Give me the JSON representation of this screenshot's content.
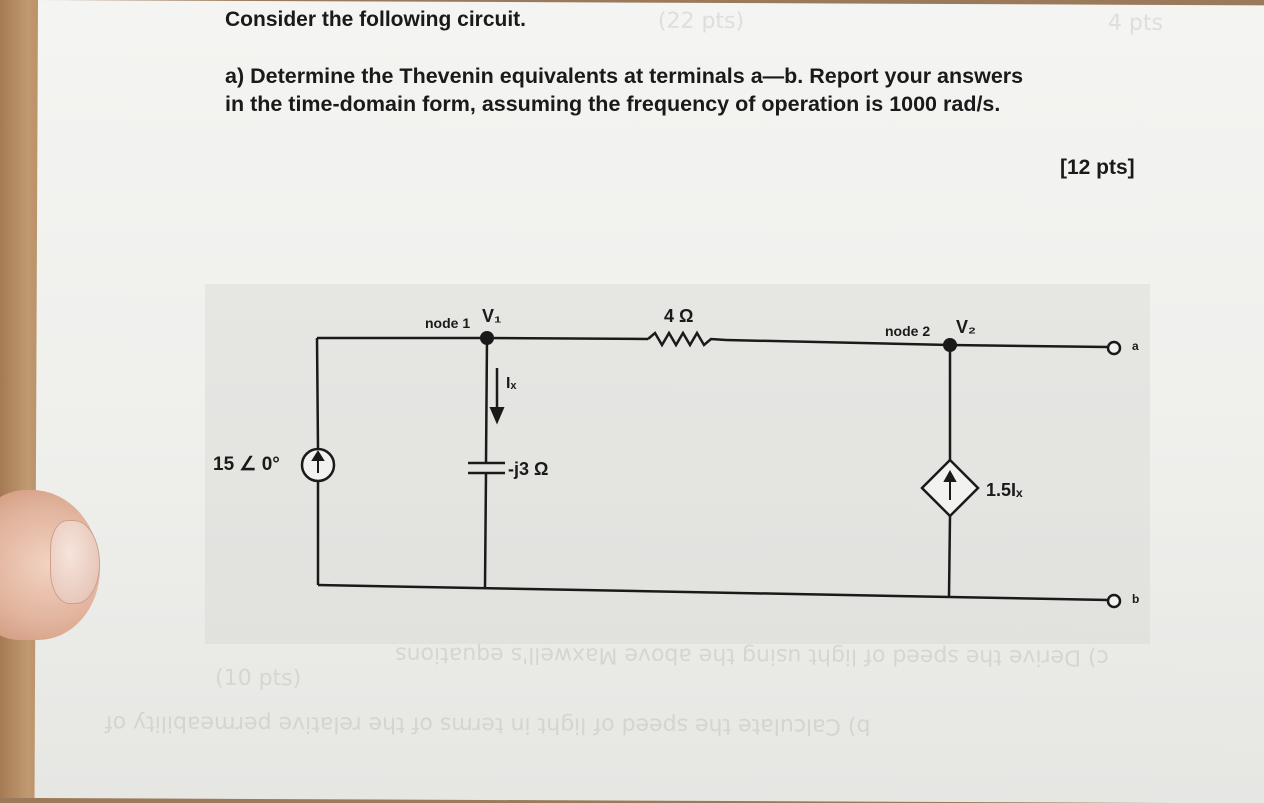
{
  "question": {
    "intro": "Consider the following circuit.",
    "part_a_line1": "a) Determine the Thevenin equivalents at terminals a—b. Report your answers",
    "part_a_line2": "in the time-domain form, assuming the frequency of operation is 1000 rad/s.",
    "points": "[12 pts]"
  },
  "circuit": {
    "source_label": "15 ∠ 0°",
    "node1_label": "node 1",
    "v1_label": "V₁",
    "resistor_label": "4 Ω",
    "node2_label": "node 2",
    "v2_label": "V₂",
    "current_label": "Iₓ",
    "capacitor_label": "-j3 Ω",
    "dependent_source_label": "1.5Iₓ",
    "terminal_a": "a",
    "terminal_b": "b"
  }
}
